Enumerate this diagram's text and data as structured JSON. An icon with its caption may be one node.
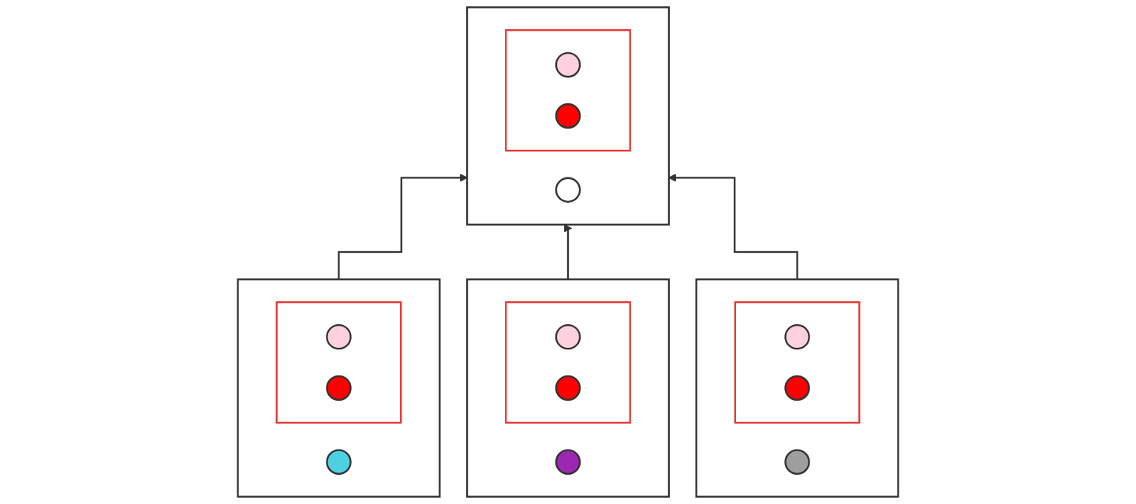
{
  "diagram": {
    "nodes": [
      {
        "text": [],
        "shape": "box"
      },
      {
        "text": [],
        "shape": "box",
        "in": 0
      },
      {
        "text": [],
        "shape": "circle",
        "in": 1
      },
      {
        "text": [],
        "shape": "circle",
        "in": 1
      },
      {
        "text": [],
        "shape": "circle",
        "in": 0
      },
      {
        "text": [],
        "shape": "box"
      },
      {
        "text": [],
        "shape": "box",
        "in": 5
      },
      {
        "text": [],
        "shape": "circle",
        "in": 6
      },
      {
        "text": [],
        "shape": "circle",
        "in": 6
      },
      {
        "text": [],
        "shape": "circle",
        "in": 5
      },
      {
        "text": [],
        "shape": "box"
      },
      {
        "text": [],
        "shape": "box",
        "in": 10
      },
      {
        "text": [],
        "shape": "circle",
        "in": 11
      },
      {
        "text": [],
        "shape": "circle",
        "in": 11
      },
      {
        "text": [],
        "shape": "circle",
        "in": 10
      },
      {
        "text": [],
        "shape": "box"
      },
      {
        "text": [],
        "shape": "box",
        "in": 15
      },
      {
        "text": [],
        "shape": "circle",
        "in": 16
      },
      {
        "text": [],
        "shape": "circle",
        "in": 16
      },
      {
        "text": [],
        "shape": "circle",
        "in": 15
      }
    ],
    "edges": [
      {
        "from": 5,
        "to": 0,
        "arrow": "to"
      },
      {
        "from": 10,
        "to": 0,
        "arrow": "to"
      },
      {
        "from": 15,
        "to": 0,
        "arrow": "to"
      }
    ]
  }
}
